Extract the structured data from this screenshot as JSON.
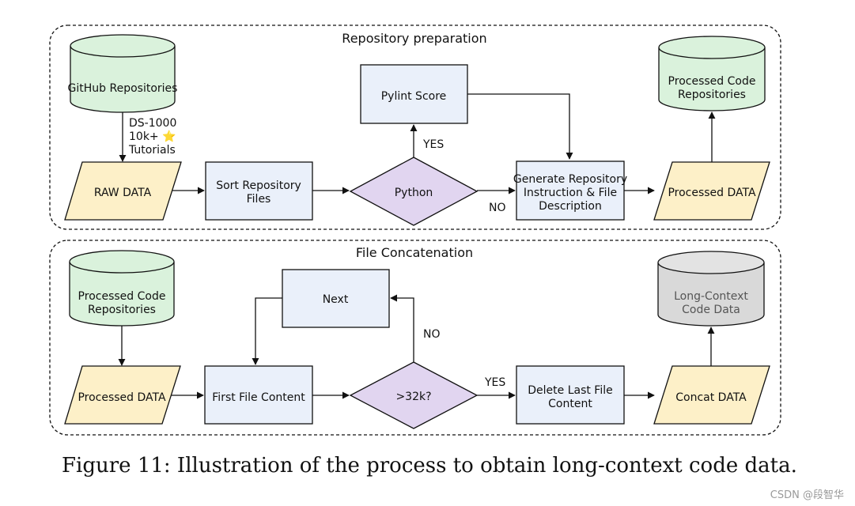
{
  "groups": {
    "prep": "Repository preparation",
    "concat": "File Concatenation"
  },
  "prep": {
    "github": "GitHub Repositories",
    "sources": [
      "DS-1000",
      "10k+ ⭐",
      "Tutorials"
    ],
    "raw": "RAW DATA",
    "sort": [
      "Sort Repository",
      "Files"
    ],
    "python": "Python",
    "pylint": "Pylint Score",
    "yes": "YES",
    "no": "NO",
    "generate": [
      "Generate Repository",
      "Instruction & File",
      "Description"
    ],
    "processed": "Processed DATA",
    "repos": [
      "Processed Code",
      "Repositories"
    ]
  },
  "concat": {
    "repos": [
      "Processed Code",
      "Repositories"
    ],
    "processed": "Processed DATA",
    "first": "First File Content",
    "next": "Next",
    "check": ">32k?",
    "no": "NO",
    "yes": "YES",
    "delete": [
      "Delete Last File",
      "Content"
    ],
    "concat": "Concat DATA",
    "longctx": [
      "Long-Context",
      "Code Data"
    ]
  },
  "caption": "Figure 11: Illustration of the process to obtain long-context code data.",
  "watermark": "CSDN @段智华",
  "colors": {
    "cylinder_green": "#daf2dc",
    "cylinder_gray": "#d9d9d9",
    "parallelogram": "#fdf0c8",
    "process_box": "#eaf0fa",
    "decision": "#e1d5f0",
    "stroke": "#111111"
  }
}
